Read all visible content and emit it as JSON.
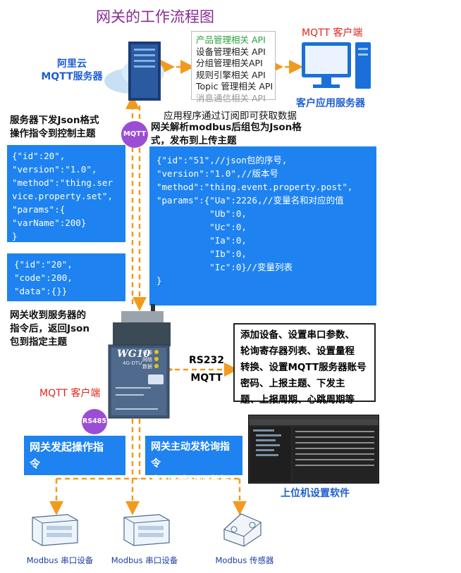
{
  "title": "网关的工作流程图",
  "aliyun_label": "阿里云\nMQTT服务器",
  "api_items": [
    {
      "text": "产品管理相关 API",
      "color": "#2aa33a"
    },
    {
      "text": "设备管理相关 API",
      "color": "#222222"
    },
    {
      "text": "分组管理相关API",
      "color": "#222222"
    },
    {
      "text": "规则引擎相关 API",
      "color": "#222222"
    },
    {
      "text": "Topic 管理相关 API",
      "color": "#222222"
    },
    {
      "text": "消息通信相关 API",
      "color": "#999999"
    }
  ],
  "mqtt_client_top": "MQTT 客户端",
  "client_app_server": "客户应用服务器",
  "subscribe_note": "应用程序通过订阅即可获取数据",
  "server_send_note": "服务器下发Json格式\n操作指令到控制主题",
  "mqtt_bubble": "MQTT",
  "gateway_parse_note": "网关解析modbus后组包为Json格\n式，发布到上传主题",
  "json_down": "{\"id\":20\",\n\"version\":\"1.0\",\n\"method\":\"thing.ser\nvice.property.set\",\n\"params\":{\n\"varName\":200}\n}",
  "json_up": "{\"id\":\"51\",//json包的序号,\n\"version\":\"1.0\",//版本号\n\"method\":\"thing.event.property.post\",\n\"params\":{\"Ua\":2226,//变量名和对应的值\n          \"Ub\":0,\n          \"Uc\":0,\n          \"Ia\":0,\n          \"Ib\":0,\n          \"Ic\":0}//变量列表\n}",
  "json_reply": "{\"id\":\"20\",\n\"code\":200,\n\"data\":{}}",
  "gateway_reply_note": "网关收到服务器的\n指令后，返回Json\n包到指定主题",
  "device": {
    "model": "WG10",
    "sub": "4G-DTU",
    "leds": [
      "电源",
      "网络",
      "数据"
    ]
  },
  "link_label": "RS232\nMQTT",
  "config_box": "添加设备、设置串口参数、\n轮询寄存器列表、设置量程\n转换、设置MQTT服务器账号\n密码、上报主题、下发主\n题、上报周期、心跳周期等",
  "mqtt_client_bottom": "MQTT 客户端",
  "rs485_bubble": "RS485",
  "op_left": "网关发起操作指\n令",
  "op_right": "网关主动发轮询指令\n串口设备返回数据",
  "software_label": "上位机设置软件",
  "devices_bottom": [
    "Modbus 串口设备",
    "Modbus 串口设备",
    "Modbus 传感器"
  ],
  "colors": {
    "blue": "#1e83f0",
    "orange": "#f39a1e",
    "purple": "#9b4dd6",
    "title": "#8a2b93"
  }
}
